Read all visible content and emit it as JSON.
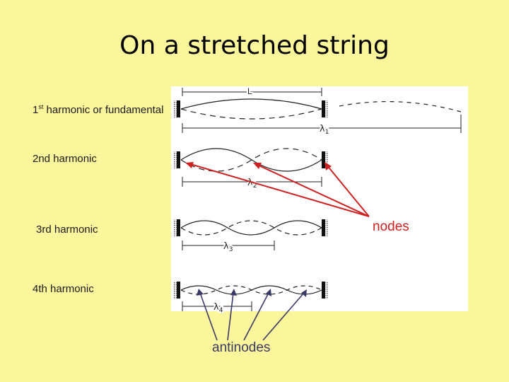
{
  "slide": {
    "title": "On a stretched string"
  },
  "harmonics": [
    {
      "label_main": "1",
      "label_sup": "st",
      "label_rest": " harmonic or fundamental",
      "length_label": "L",
      "wavelength_label": "λ",
      "wavelength_sub": "1"
    },
    {
      "label": "2nd harmonic",
      "wavelength_label": "λ",
      "wavelength_sub": "2"
    },
    {
      "label": "3rd harmonic",
      "wavelength_label": "λ",
      "wavelength_sub": "3"
    },
    {
      "label": "4th harmonic",
      "wavelength_label": "λ",
      "wavelength_sub": "4"
    }
  ],
  "annotations": {
    "nodes": "nodes",
    "antinodes": "antinodes"
  },
  "colors": {
    "background": "#fbf59c",
    "panel": "#ffffff",
    "nodes_arrow": "#cc2222",
    "antinodes_arrow": "#3a3a66"
  }
}
